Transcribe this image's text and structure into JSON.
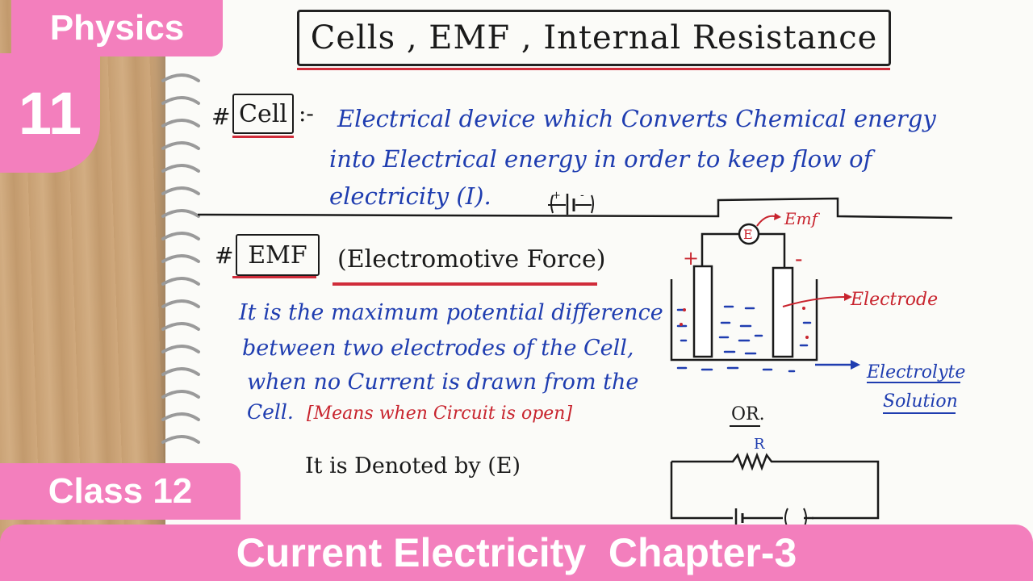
{
  "badges": {
    "subject": "Physics",
    "grade": "11",
    "class": "Class 12",
    "chapter": "Current Electricity  Chapter-3"
  },
  "page": {
    "title": "Cells , EMF , Internal Resistance",
    "cell": {
      "hash": "#",
      "label": "Cell",
      "sep": ":-",
      "def_line1": "Electrical device which Converts Chemical energy",
      "def_line2": "into Electrical energy in order to keep flow of",
      "def_line3": "electricity (I).",
      "symbol_plus": "+",
      "symbol_minus": "-"
    },
    "emf": {
      "hash": "#",
      "label": "EMF",
      "full": "(Electromotive Force)",
      "def_line1": "It is the maximum potential difference",
      "def_line2": "between two electrodes of the Cell,",
      "def_line3": "when no Current is drawn from the",
      "def_line4": "Cell.",
      "note": "[Means when Circuit is open]",
      "denoted": "It is Denoted by (E)"
    },
    "diagram": {
      "emf_label": "Emf",
      "meter": "E",
      "plus": "+",
      "minus": "-",
      "electrode_label": "Electrode",
      "electrolyte_l1": "Electrolyte",
      "electrolyte_l2": "Solution",
      "or_label": "OR.",
      "resistor_label": "R",
      "colors": {
        "red": "#c8242e",
        "blue": "#1f3db0",
        "ink": "#1a1a1a"
      }
    }
  }
}
